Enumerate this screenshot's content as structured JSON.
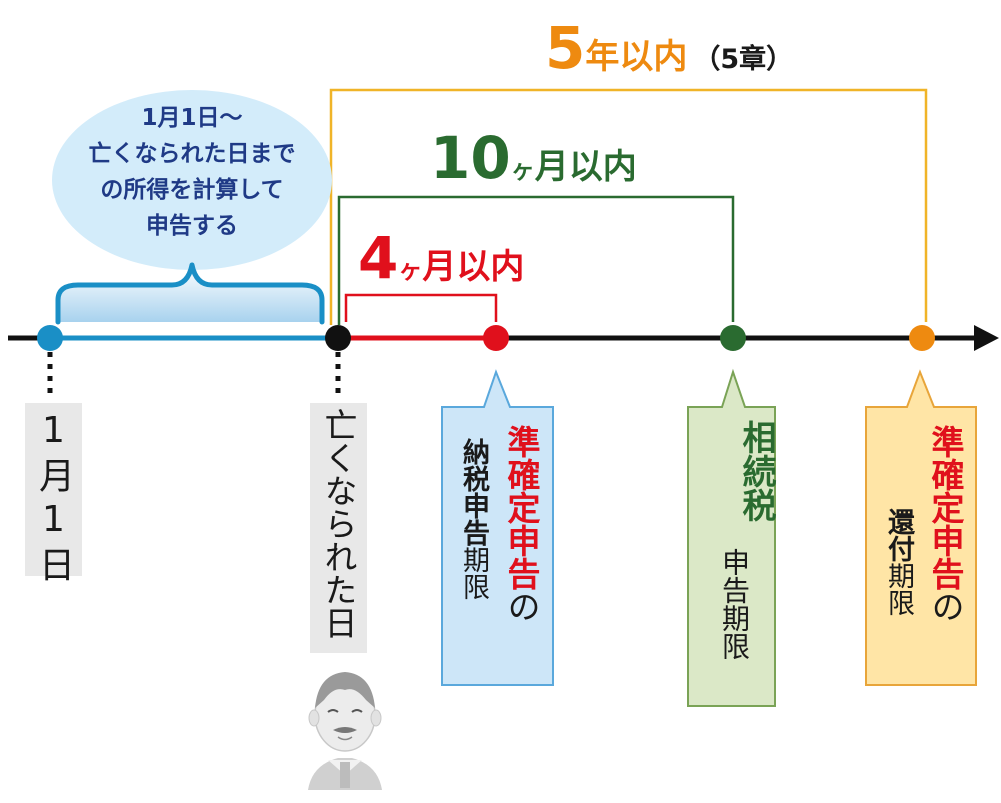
{
  "spans": {
    "five_year": {
      "big": "5",
      "mid": "年以内",
      "note": "（5章）",
      "color": "#ee8a10"
    },
    "ten_month": {
      "big": "10",
      "small": "ヶ",
      "mid": "月以内",
      "color": "#2a6b30"
    },
    "four_month": {
      "big": "4",
      "small": "ヶ",
      "mid": "月以内",
      "color": "#e0101c"
    }
  },
  "bubble_note": {
    "lines": [
      "1月1日～",
      "亡くなられた日まで",
      "の所得を計算して",
      "申告する"
    ]
  },
  "markers": {
    "jan1": {
      "label": "1月1日",
      "color": "#1a8fc6"
    },
    "death": {
      "label": "亡くなられた日",
      "color": "#111111"
    },
    "payment": {
      "title": "準確定申告",
      "sub1": "の",
      "line2": "納税申告",
      "line2_suffix": "期限",
      "color": "#e0101c",
      "box_fill": "#cde6f8",
      "box_border": "#5aa8dc"
    },
    "inheritance": {
      "title": "相続税",
      "line2": "申告期限",
      "color": "#2a6b30",
      "box_fill": "#dbe8c7",
      "box_border": "#7aa356"
    },
    "refund": {
      "title": "準確定申告",
      "sub1": "の",
      "line2": "還付",
      "line2_suffix": "期限",
      "color": "#ee8a10",
      "box_fill": "#ffe5a6",
      "box_border": "#e8a53a"
    }
  },
  "colors": {
    "timeline": "#111111",
    "blue_segment": "#1a8fc6",
    "red_segment": "#e0101c",
    "label_bg": "#e8e8e8"
  }
}
